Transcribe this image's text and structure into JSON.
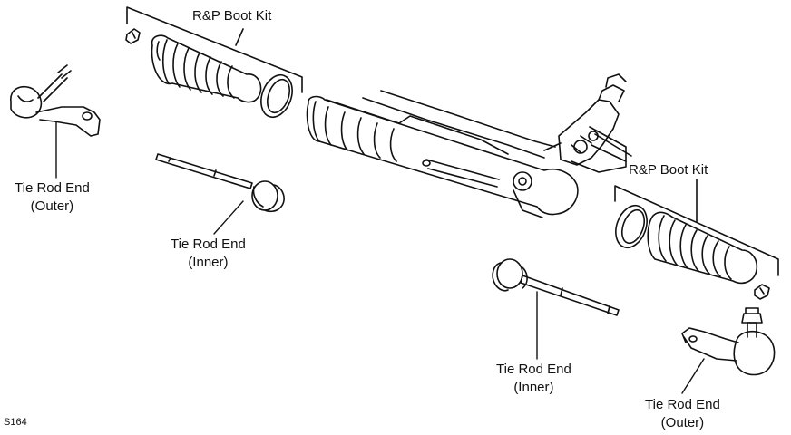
{
  "labels": {
    "boot_kit_left": "R&P Boot Kit",
    "boot_kit_right": "R&P Boot Kit",
    "tie_outer_left": [
      "Tie Rod End",
      "(Outer)"
    ],
    "tie_inner_left": [
      "Tie Rod End",
      "(Inner)"
    ],
    "tie_inner_right": [
      "Tie Rod End",
      "(Inner)"
    ],
    "tie_outer_right": [
      "Tie Rod End",
      "(Outer)"
    ]
  },
  "figure_id": "S164"
}
